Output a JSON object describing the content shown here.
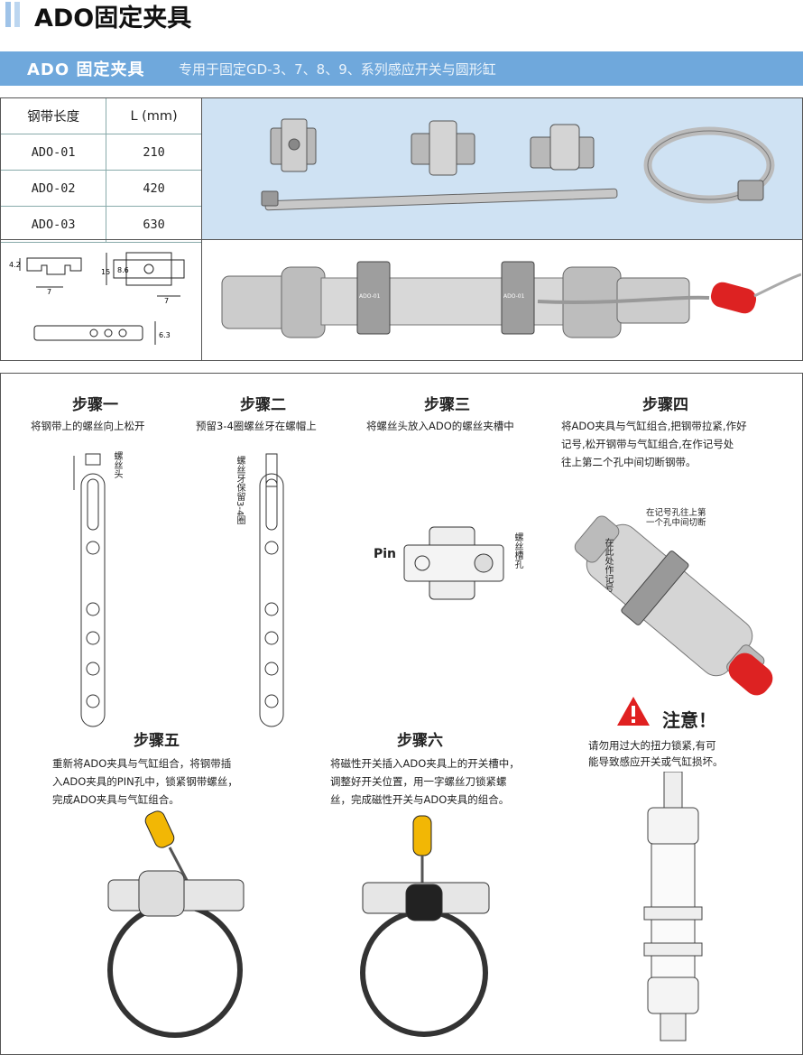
{
  "title": "ADO固定夹具",
  "banner": {
    "main": "ADO 固定夹具",
    "rest": "专用于固定GD-3、7、8、9、系列感应开关与圆形缸"
  },
  "table": {
    "headers": [
      "钢带长度",
      "L (mm)"
    ],
    "rows": [
      {
        "model": "ADO-01",
        "length": "210"
      },
      {
        "model": "ADO-02",
        "length": "420"
      },
      {
        "model": "ADO-03",
        "length": "630"
      }
    ]
  },
  "dims": {
    "d1": "4.2",
    "d2": "7",
    "d3": "15",
    "d4": "8.6",
    "d5": "7",
    "d6": "6.3"
  },
  "clamp_labels": {
    "a": "ADO-01",
    "b": "ADO-01"
  },
  "steps": {
    "s1": {
      "title": "步骤一",
      "desc": "将钢带上的螺丝向上松开",
      "label": "螺丝头"
    },
    "s2": {
      "title": "步骤二",
      "desc": "预留3-4圈螺丝牙在螺帽上",
      "label": "螺丝牙保留3-4圈"
    },
    "s3": {
      "title": "步骤三",
      "desc": "将螺丝头放入ADO的螺丝夹槽中",
      "pin": "Pin",
      "label": "螺丝槽孔"
    },
    "s4": {
      "title": "步骤四",
      "desc1": "将ADO夹具与气缸组合,把钢带拉紧,作好",
      "desc2": "记号,松开钢带与气缸组合,在作记号处",
      "desc3": "往上第二个孔中间切断钢带。",
      "ann1": "在记号孔往上第",
      "ann2": "一个孔中间切断",
      "ann3": "在此处作记号"
    },
    "s5": {
      "title": "步骤五",
      "desc1": "重新将ADO夹具与气缸组合，将钢带插",
      "desc2": "入ADO夹具的PIN孔中，锁紧钢带螺丝，",
      "desc3": "完成ADO夹具与气缸组合。"
    },
    "s6": {
      "title": "步骤六",
      "desc1": "将磁性开关插入ADO夹具上的开关槽中，",
      "desc2": "调整好开关位置，用一字螺丝刀锁紧螺",
      "desc3": "丝，完成磁性开关与ADO夹具的组合。"
    }
  },
  "notice": {
    "title": "注意！",
    "line1": "请勿用过大的扭力锁紧,有可",
    "line2": "能导致感应开关或气缸损坏。"
  },
  "colors": {
    "banner": "#6fa8dc",
    "photo_bg": "#cfe2f3",
    "warning": "#e02020",
    "handle": "#f2b705"
  }
}
